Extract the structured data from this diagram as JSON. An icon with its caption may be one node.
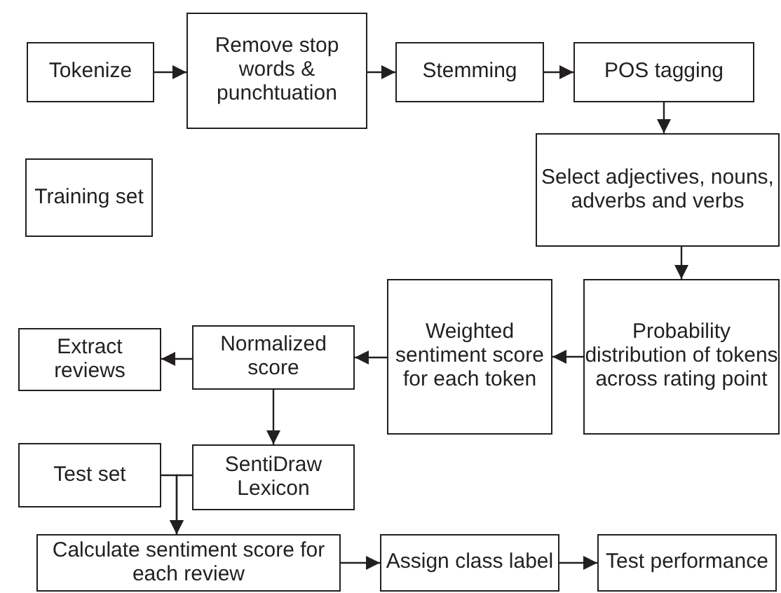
{
  "diagram": {
    "nodes": [
      {
        "text": [
          "Tokenize"
        ]
      },
      {
        "text": [
          "Remove stop words & punchtuation"
        ]
      },
      {
        "text": [
          "Stemming"
        ]
      },
      {
        "text": [
          "POS tagging"
        ]
      },
      {
        "text": [
          "Training set"
        ]
      },
      {
        "text": [
          "Select adjectives, nouns, adverbs and verbs"
        ]
      },
      {
        "text": [
          "Probability distribution of tokens across rating point"
        ]
      },
      {
        "text": [
          "Weighted sentiment score for each token"
        ]
      },
      {
        "text": [
          "Normalized score"
        ]
      },
      {
        "text": [
          "Extract reviews"
        ]
      },
      {
        "text": [
          "Test set"
        ]
      },
      {
        "text": [
          "SentiDraw Lexicon"
        ]
      },
      {
        "text": [
          "Calculate sentiment score for each review"
        ]
      },
      {
        "text": [
          "Assign class label"
        ]
      },
      {
        "text": [
          "Test performance"
        ]
      }
    ],
    "edges": [
      {
        "from": 0,
        "to": 1,
        "arrow": "to"
      },
      {
        "from": 1,
        "to": 2,
        "arrow": "to"
      },
      {
        "from": 2,
        "to": 3,
        "arrow": "to"
      },
      {
        "from": 3,
        "to": 5,
        "arrow": "to"
      },
      {
        "from": 5,
        "to": 6,
        "arrow": "to"
      },
      {
        "from": 6,
        "to": 7,
        "arrow": "to"
      },
      {
        "from": 7,
        "to": 8,
        "arrow": "to"
      },
      {
        "from": 8,
        "to": 9,
        "arrow": "to"
      },
      {
        "from": 8,
        "to": 11,
        "arrow": "to"
      },
      {
        "from": 10,
        "to": 12,
        "arrow": "to"
      },
      {
        "from": 11,
        "to": 12,
        "arrow": "to"
      },
      {
        "from": 12,
        "to": 13,
        "arrow": "to"
      },
      {
        "from": 13,
        "to": 14,
        "arrow": "to"
      }
    ]
  }
}
